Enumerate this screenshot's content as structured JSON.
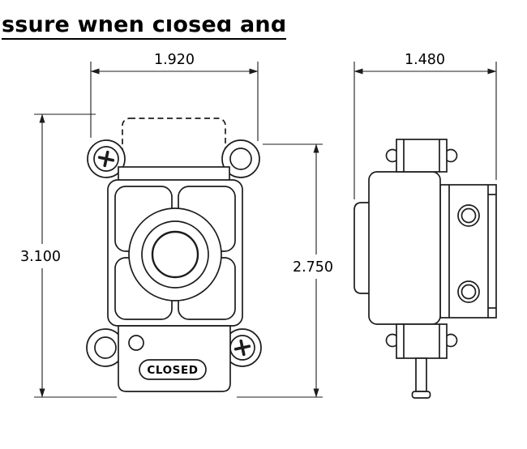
{
  "header": {
    "partial_text": "ssure when closed and"
  },
  "dimensions": {
    "front_overall_width": "1.920",
    "side_overall_width": "1.480",
    "front_overall_height": "3.100",
    "front_body_height": "2.750"
  },
  "labels": {
    "position_indicator": "CLOSED"
  },
  "colors": {
    "line": "#1c1c1c",
    "background": "#ffffff",
    "text": "#000000"
  }
}
